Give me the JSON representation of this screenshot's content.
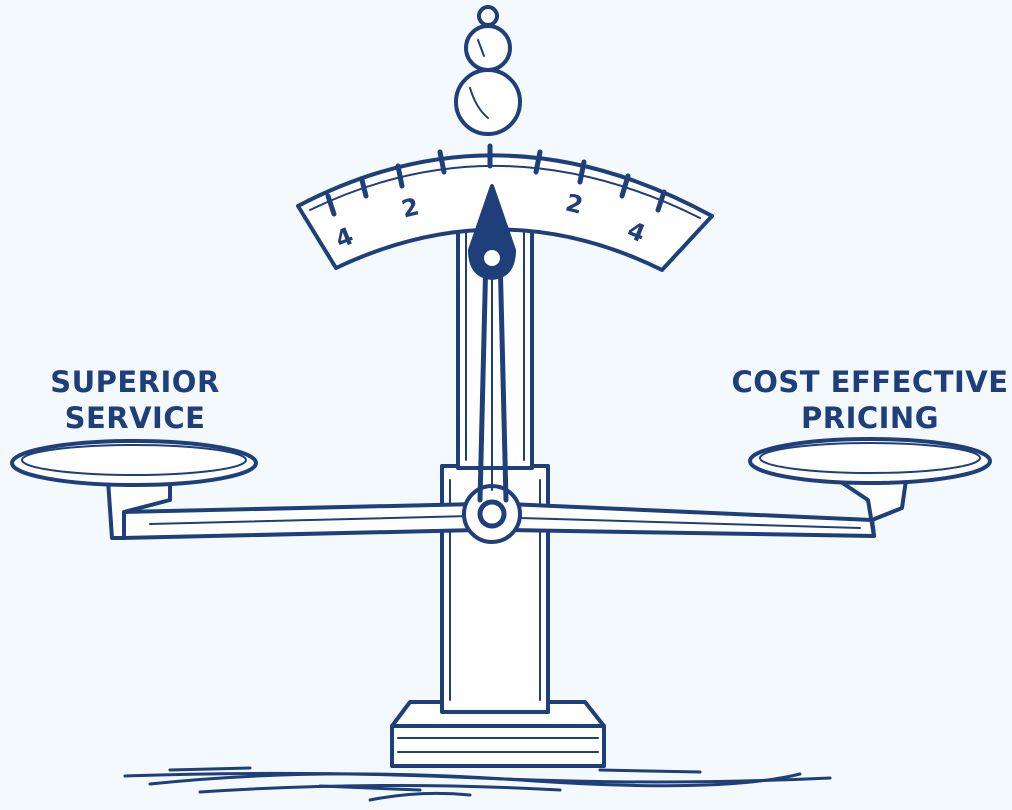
{
  "labels": {
    "left": [
      "SUPERIOR",
      "SERVICE"
    ],
    "right": [
      "COST EFFECTIVE",
      "PRICING"
    ]
  },
  "dial": {
    "ticks": [
      "4",
      "2",
      "2",
      "4"
    ],
    "needle_reading": 0
  },
  "colors": {
    "ink": "#1f3f7a",
    "background": "#f4f9fd"
  }
}
